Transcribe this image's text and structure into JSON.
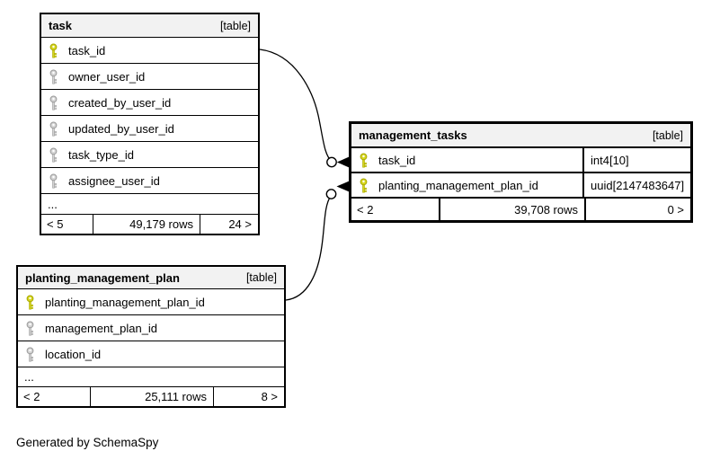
{
  "diagram": {
    "caption": "Generated by SchemaSpy",
    "colors": {
      "pk_fill": "#d6d61f",
      "pk_stroke": "#a8a800",
      "fk_fill": "#d4d4d4",
      "fk_stroke": "#9a9a9a",
      "header_bg": "#f2f2f2",
      "line": "#000000"
    },
    "tables": [
      {
        "id": "task",
        "name": "task",
        "kind": "[table]",
        "columns": [
          {
            "name": "task_id",
            "key": "pk"
          },
          {
            "name": "owner_user_id",
            "key": "fk"
          },
          {
            "name": "created_by_user_id",
            "key": "fk"
          },
          {
            "name": "updated_by_user_id",
            "key": "fk"
          },
          {
            "name": "task_type_id",
            "key": "fk"
          },
          {
            "name": "assignee_user_id",
            "key": "fk"
          }
        ],
        "ellipsis": "...",
        "footer": {
          "left": "< 5",
          "center": "49,179 rows",
          "right": "24 >"
        }
      },
      {
        "id": "management_tasks",
        "name": "management_tasks",
        "kind": "[table]",
        "columns": [
          {
            "name": "task_id",
            "key": "pk",
            "type": "int4[10]"
          },
          {
            "name": "planting_management_plan_id",
            "key": "pk",
            "type": "uuid[2147483647]"
          }
        ],
        "footer": {
          "left": "< 2",
          "center": "39,708 rows",
          "right": "0 >"
        }
      },
      {
        "id": "planting_management_plan",
        "name": "planting_management_plan",
        "kind": "[table]",
        "columns": [
          {
            "name": "planting_management_plan_id",
            "key": "pk"
          },
          {
            "name": "management_plan_id",
            "key": "fk"
          },
          {
            "name": "location_id",
            "key": "fk"
          }
        ],
        "ellipsis": "...",
        "footer": {
          "left": "< 2",
          "center": "25,111 rows",
          "right": "8 >"
        }
      }
    ],
    "relationships": [
      {
        "parent": "task.task_id",
        "child": "management_tasks.task_id"
      },
      {
        "parent": "planting_management_plan.planting_management_plan_id",
        "child": "management_tasks.planting_management_plan_id"
      }
    ]
  }
}
